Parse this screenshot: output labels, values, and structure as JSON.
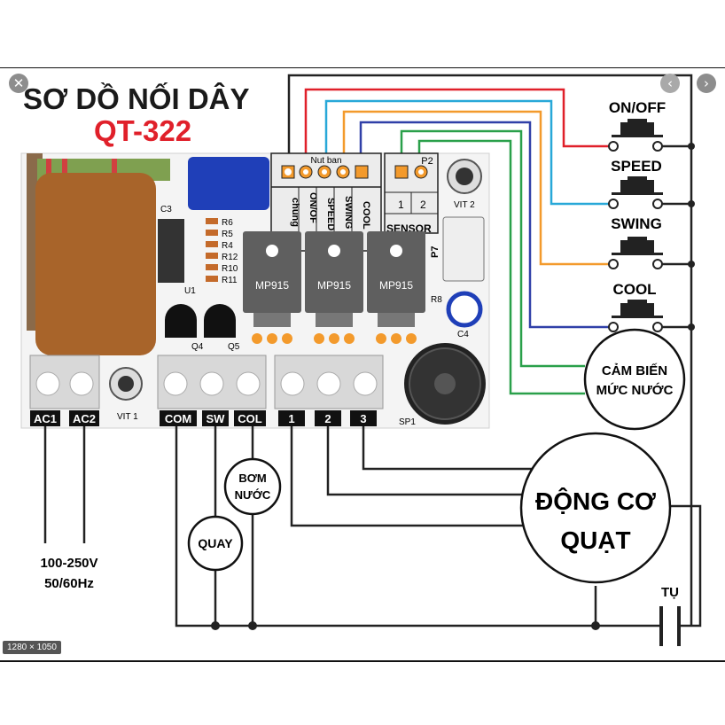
{
  "viewer": {
    "close_icon": "✕",
    "prev_icon": "‹",
    "next_icon": "›",
    "size_badge": "1280 × 1050"
  },
  "diagram": {
    "title": "SƠ DỒ NỐI DÂY",
    "model": "QT-322",
    "colors": {
      "title": "#1a1a1a",
      "model": "#e0202a",
      "wire_red": "#e0202a",
      "wire_cyan": "#28a8d8",
      "wire_orange": "#f39a2c",
      "wire_blue": "#3040a8",
      "wire_green": "#2aa04a",
      "wire_black": "#222222",
      "transformer": "#a8642a",
      "capacitor": "#1f3fb8"
    },
    "board": {
      "capacitor_label": "C3",
      "ic_label": "U1",
      "resistors": [
        "R6",
        "R5",
        "R4",
        "R12",
        "R10",
        "R11"
      ],
      "header_label": "Nut ban",
      "header_pins": [
        "chung",
        "ON/OF",
        "SPEED",
        "SWING",
        "COOL"
      ],
      "sensor_header_label": "P2",
      "sensor_pins": [
        "1",
        "2"
      ],
      "sensor_label": "SENSOR",
      "screw_label_2": "VIT 2",
      "screw_label_1": "VIT 1",
      "triacs": [
        "MP915",
        "MP915",
        "MP915"
      ],
      "p7_label": "P7",
      "r8_label": "R8",
      "c4_label": "C4",
      "q4_label": "Q4",
      "q5_label": "Q5",
      "buzzer_label": "SP1",
      "terminals": [
        "AC1",
        "AC2",
        "COM",
        "SW",
        "COL",
        "1",
        "2",
        "3"
      ]
    },
    "buttons": [
      "ON/OFF",
      "SPEED",
      "SWING",
      "COOL"
    ],
    "water_sensor": [
      "CẢM BIẾN",
      "MỨC NƯỚC"
    ],
    "pump": [
      "BƠM",
      "NƯỚC"
    ],
    "swing_motor": "QUAY",
    "fan_motor": [
      "ĐỘNG CƠ",
      "QUẠT"
    ],
    "capacitor_label": "TỤ",
    "supply": [
      "100-250V",
      "50/60Hz"
    ]
  }
}
